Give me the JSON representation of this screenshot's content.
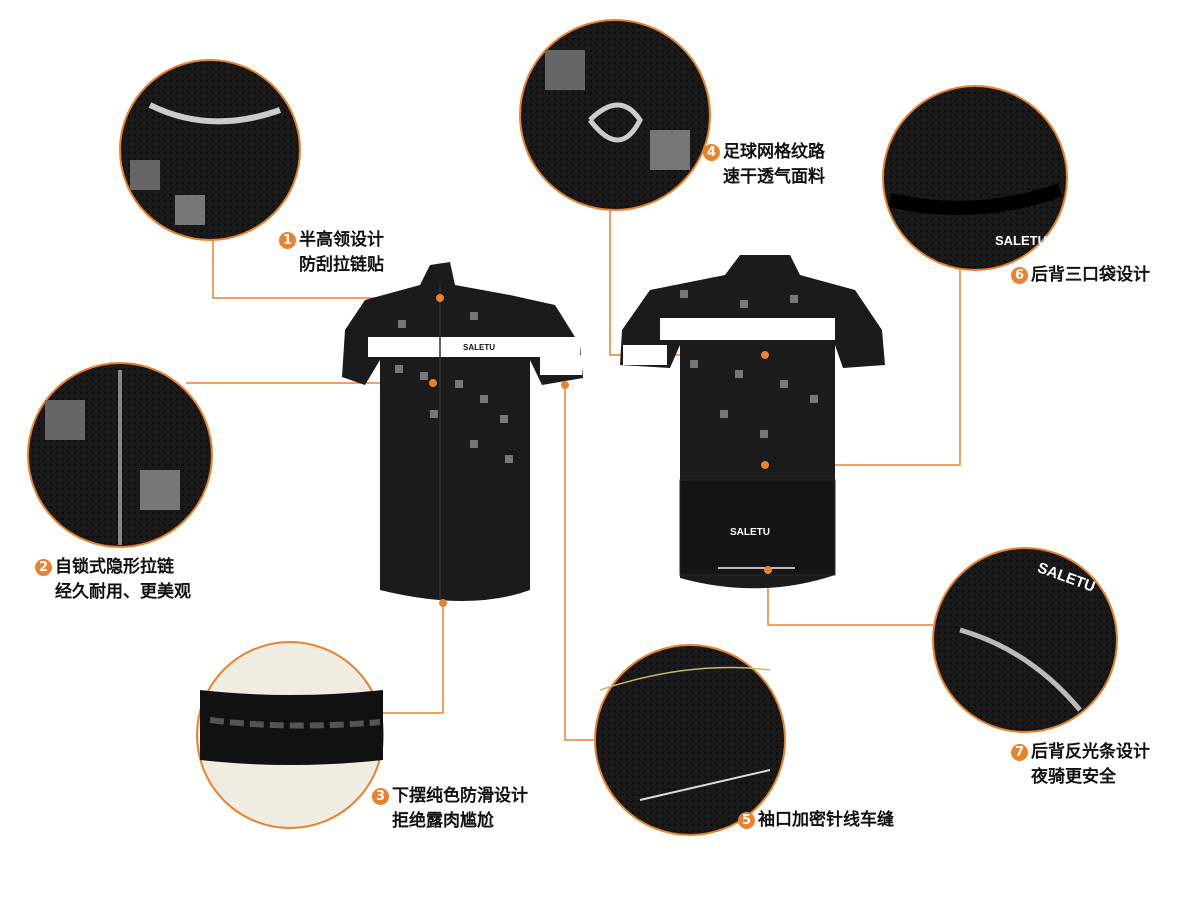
{
  "brand": "SALETU",
  "accent_color": "#e8822e",
  "features": [
    {
      "number": "1",
      "line1": "半高领设计",
      "line2": "防刮拉链贴"
    },
    {
      "number": "2",
      "line1": "自锁式隐形拉链",
      "line2": "经久耐用、更美观"
    },
    {
      "number": "3",
      "line1": "下摆纯色防滑设计",
      "line2": "拒绝露肉尴尬"
    },
    {
      "number": "4",
      "line1": "足球网格纹路",
      "line2": "速干透气面料"
    },
    {
      "number": "5",
      "line1": "袖口加密针线车缝",
      "line2": ""
    },
    {
      "number": "6",
      "line1": "后背三口袋设计",
      "line2": ""
    },
    {
      "number": "7",
      "line1": "后背反光条设计",
      "line2": "夜骑更安全"
    }
  ]
}
